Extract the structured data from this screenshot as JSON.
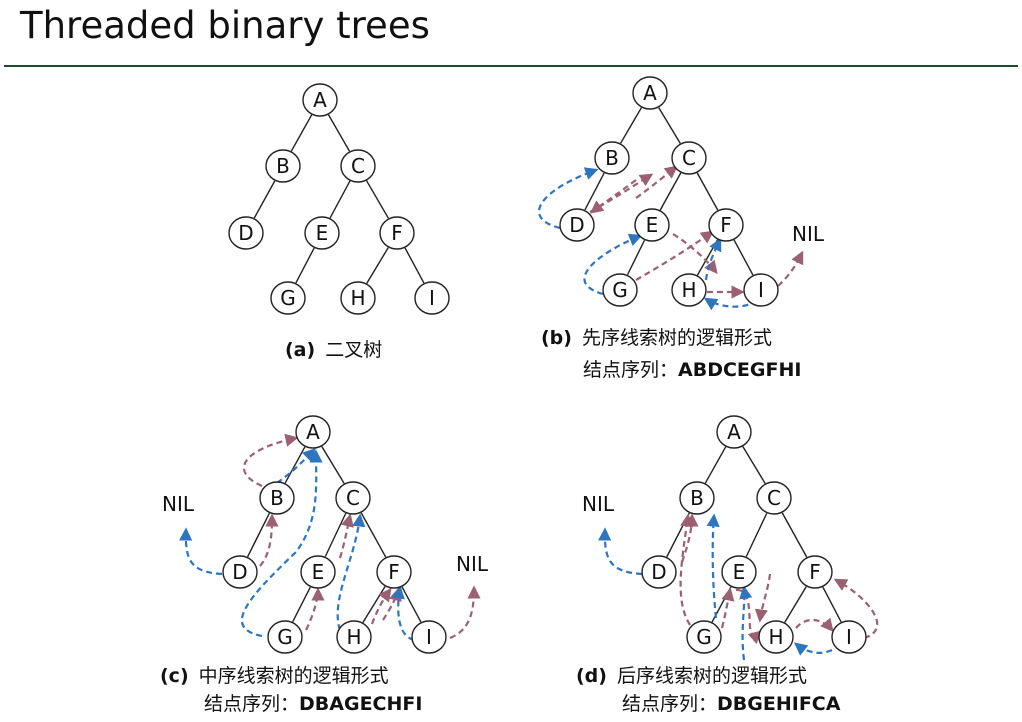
{
  "title": "Threaded binary trees",
  "nil_label": "NIL",
  "colors": {
    "edge": "#222222",
    "pred_thread": "#2e75c0",
    "succ_thread": "#9b6071",
    "rule": "#1f4a2e"
  },
  "panels": [
    {
      "id": "a",
      "label": "(a)",
      "caption": "二叉树",
      "sequence_label": "",
      "sequence": "",
      "nodes": [
        "A",
        "B",
        "C",
        "D",
        "E",
        "F",
        "G",
        "H",
        "I"
      ]
    },
    {
      "id": "b",
      "label": "(b)",
      "caption": "先序线索树的逻辑形式",
      "sequence_label": "结点序列：",
      "sequence": "ABDCEGFHI",
      "nodes": [
        "A",
        "B",
        "C",
        "D",
        "E",
        "F",
        "G",
        "H",
        "I"
      ]
    },
    {
      "id": "c",
      "label": "(c)",
      "caption": "中序线索树的逻辑形式",
      "sequence_label": "结点序列：",
      "sequence": "DBAGECHFI",
      "nodes": [
        "A",
        "B",
        "C",
        "D",
        "E",
        "F",
        "G",
        "H",
        "I"
      ]
    },
    {
      "id": "d",
      "label": "(d)",
      "caption": "后序线索树的逻辑形式",
      "sequence_label": "结点序列：",
      "sequence": "DBGEHIFCA",
      "nodes": [
        "A",
        "B",
        "C",
        "D",
        "E",
        "F",
        "G",
        "H",
        "I"
      ]
    }
  ],
  "tree_edges": [
    [
      "A",
      "B"
    ],
    [
      "A",
      "C"
    ],
    [
      "B",
      "D"
    ],
    [
      "C",
      "E"
    ],
    [
      "C",
      "F"
    ],
    [
      "E",
      "G"
    ],
    [
      "F",
      "H"
    ],
    [
      "F",
      "I"
    ]
  ]
}
